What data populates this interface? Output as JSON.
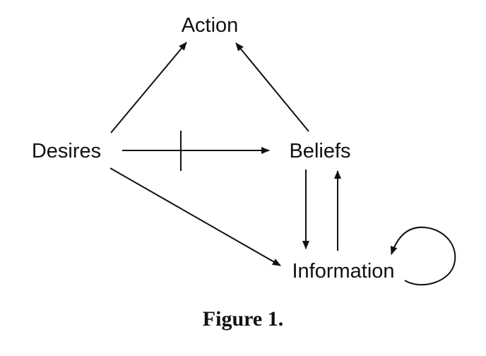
{
  "diagram": {
    "nodes": {
      "action": "Action",
      "desires": "Desires",
      "beliefs": "Beliefs",
      "information": "Information"
    },
    "edges": [
      {
        "from": "Desires",
        "to": "Action"
      },
      {
        "from": "Beliefs",
        "to": "Action"
      },
      {
        "from": "Desires",
        "to": "Beliefs",
        "blocked": true
      },
      {
        "from": "Desires",
        "to": "Information"
      },
      {
        "from": "Beliefs",
        "to": "Information"
      },
      {
        "from": "Information",
        "to": "Beliefs"
      },
      {
        "from": "Information",
        "to": "Information"
      }
    ]
  },
  "caption": "Figure 1."
}
